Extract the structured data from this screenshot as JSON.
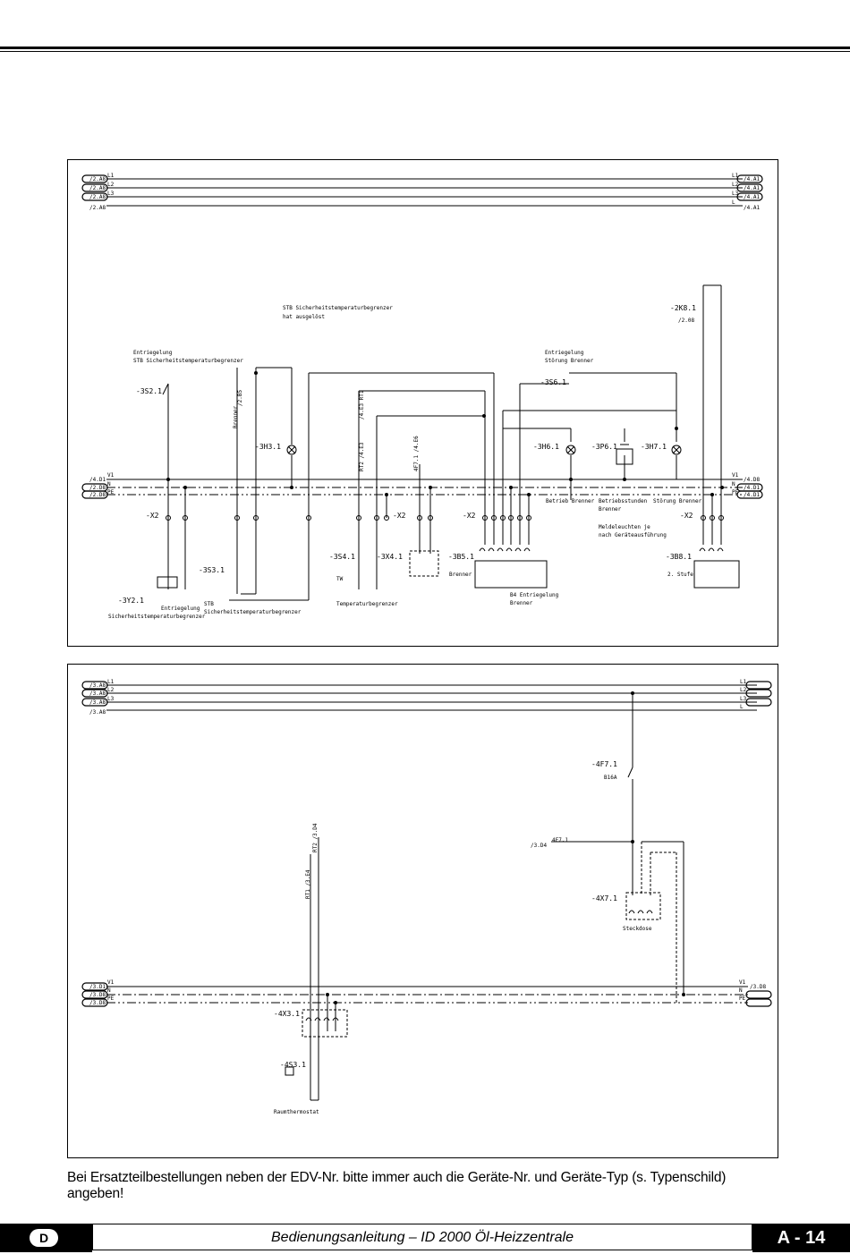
{
  "panel_top": {
    "left_refs": [
      "/2.A8",
      "/2.A8",
      "/2.A8",
      "/2.A8"
    ],
    "right_refs": [
      "/4.A1",
      "/4.A1",
      "/4.A1",
      "/4.A1"
    ],
    "phase_labels": [
      "L1",
      "L2",
      "L3",
      "L"
    ],
    "bus_left_refs": [
      "/4.D1",
      "/2.D8",
      "/2.D8"
    ],
    "bus_right_refs": [
      "/4.D8",
      "/4.D1",
      "/4.D1"
    ],
    "bus_labels": [
      "V1",
      "N",
      "PE"
    ],
    "texts": {
      "stb_triggered_1": "STB Sicherheitstemperaturbegrenzer",
      "stb_triggered_2": "hat ausgelöst",
      "k81": "-2K8.1",
      "k81_ref": "/2.08",
      "entr_stb_1": "Entriegelung",
      "entr_stb_2": "STB Sicherheitstemperaturbegrenzer",
      "entr_burner_1": "Entriegelung",
      "entr_burner_2": "Störung Brenner",
      "s21": "-3S2.1",
      "s61": "-3S6.1",
      "brenner_ref": "/2.B5",
      "brenner_vert": "Brenner",
      "h31": "-3H3.1",
      "rt1_ref": "/4.E3 RT1",
      "rt2_ref": "RT2 /4.E3",
      "f71_ref": "4F7.1 /4.E6",
      "h61": "-3H6.1",
      "p61": "-3P6.1",
      "h71": "-3H7.1",
      "x2_a": "-X2",
      "x2_b": "-X2",
      "x2_c": "-X2",
      "x2_d": "-X2",
      "betrieb": "Betrieb Brenner",
      "betriebsstunden_1": "Betriebsstunden",
      "betriebsstunden_2": "Brenner",
      "stoerung": "Störung Brenner",
      "meldeleuchten_1": "Meldeleuchten je",
      "meldeleuchten_2": "nach Geräteausführung",
      "s31": "-3S3.1",
      "s41": "-3S4.1",
      "tw": "TW",
      "x41": "-3X4.1",
      "b51": "-3B5.1",
      "brenner_lbl": "Brenner",
      "b81": "-3B8.1",
      "stufe": "2. Stufe",
      "y21": "-3Y2.1",
      "entr_y_1": "Entriegelung",
      "entr_y_2": "Sicherheitstemperaturbegrenzer",
      "stb_1": "STB",
      "stb_2": "Sicherheitstemperaturbegrenzer",
      "temp_begrenzer": "Temperaturbegrenzer",
      "b4_1": "B4 Entriegelung",
      "b4_2": "Brenner"
    }
  },
  "panel_bottom": {
    "left_refs": [
      "/3.A8",
      "/3.A8",
      "/3.A8",
      "/3.A8"
    ],
    "phase_labels": [
      "L1",
      "L2",
      "L3",
      "L"
    ],
    "bus_left_refs": [
      "/3.D1",
      "/3.D8",
      "/3.D8"
    ],
    "bus_right_refs": [
      "/3.D8"
    ],
    "bus_labels": [
      "V1",
      "N",
      "PE"
    ],
    "texts": {
      "f71": "-4F7.1",
      "b16a": "B16A",
      "f71_ref_l": "/3.D4",
      "f71_ref_r": "4F7.1",
      "rt2": "RT2 /3.D4",
      "rt1": "RT1 /3.E4",
      "x71": "-4X7.1",
      "steckdose": "Steckdose",
      "x31": "-4X3.1",
      "s31": "-4S3.1",
      "raumthermostat": "Raumthermostat"
    }
  },
  "note": "Bei Ersatzteilbestellungen neben der EDV-Nr. bitte immer auch die Geräte-Nr. und Geräte-Typ (s. Typenschild) angeben!",
  "footer": {
    "language": "D",
    "title": "Bedienungsanleitung – ID 2000 Öl-Heizzentrale",
    "page": "A - 14"
  }
}
